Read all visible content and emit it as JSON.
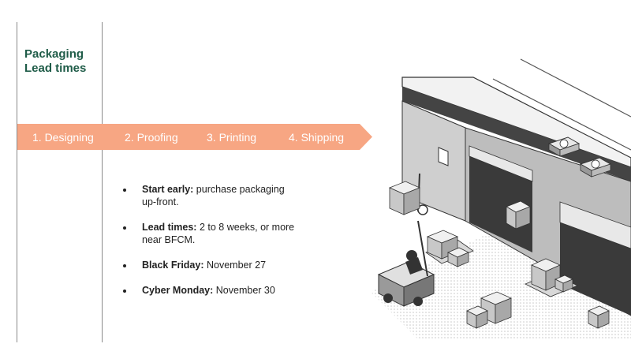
{
  "title_lines": [
    "Packaging",
    "Lead times"
  ],
  "steps": [
    "1. Designing",
    "2. Proofing",
    "3. Printing",
    "4. Shipping"
  ],
  "bullets": [
    {
      "bold": "Start early:",
      "text": " purchase packaging up-front."
    },
    {
      "bold": "Lead times:",
      "text": " 2 to 8 weeks, or more near BFCM."
    },
    {
      "bold": "Black Friday:",
      "text": " November 27"
    },
    {
      "bold": "Cyber Monday:",
      "text": " November 30"
    }
  ],
  "colors": {
    "title": "#1f5c48",
    "arrow": "#f7a683",
    "step_text": "#ffffff",
    "divider": "#8a8a8a"
  },
  "illustration": {
    "icon": "warehouse-forklift-illustration"
  }
}
